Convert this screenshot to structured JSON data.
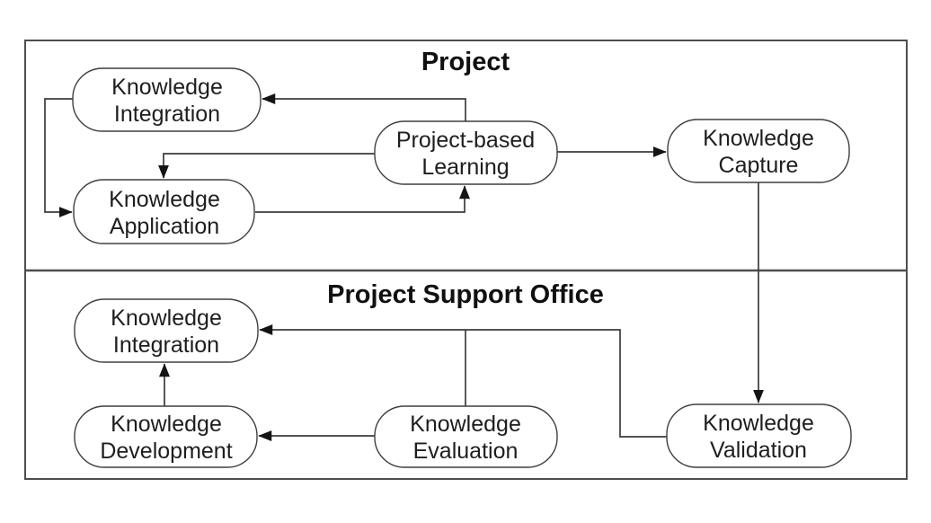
{
  "diagram": {
    "type": "flow-diagram",
    "sections": {
      "project": {
        "title": "Project"
      },
      "pso": {
        "title": "Project Support Office"
      }
    },
    "nodes": {
      "project_integration": {
        "line1": "Knowledge",
        "line2": "Integration",
        "section": "Project"
      },
      "application": {
        "line1": "Knowledge",
        "line2": "Application",
        "section": "Project"
      },
      "learning": {
        "line1": "Project-based",
        "line2": "Learning",
        "section": "Project"
      },
      "capture": {
        "line1": "Knowledge",
        "line2": "Capture",
        "section": "Project"
      },
      "pso_integration": {
        "line1": "Knowledge",
        "line2": "Integration",
        "section": "Project Support Office"
      },
      "development": {
        "line1": "Knowledge",
        "line2": "Development",
        "section": "Project Support Office"
      },
      "evaluation": {
        "line1": "Knowledge",
        "line2": "Evaluation",
        "section": "Project Support Office"
      },
      "validation": {
        "line1": "Knowledge",
        "line2": "Validation",
        "section": "Project Support Office"
      }
    },
    "edges": [
      {
        "from": "Project-based Learning",
        "to": "Knowledge Integration (Project)"
      },
      {
        "from": "Knowledge Integration (Project)",
        "to": "Knowledge Application"
      },
      {
        "from": "Project-based Learning",
        "to": "Knowledge Application"
      },
      {
        "from": "Knowledge Application",
        "to": "Project-based Learning"
      },
      {
        "from": "Project-based Learning",
        "to": "Knowledge Capture"
      },
      {
        "from": "Knowledge Capture",
        "to": "Knowledge Validation"
      },
      {
        "from": "Knowledge Validation",
        "to": "Knowledge Integration (Project Support Office)"
      },
      {
        "from": "Knowledge Evaluation",
        "to": "Knowledge Integration (Project Support Office)"
      },
      {
        "from": "Knowledge Evaluation",
        "to": "Knowledge Development"
      },
      {
        "from": "Knowledge Development",
        "to": "Knowledge Integration (Project Support Office)"
      }
    ],
    "colors": {
      "background": "#ffffff",
      "frame_border": "#4e4e4e",
      "node_border": "#3f3f3f",
      "node_fill": "#ffffff",
      "edge_line": "#3c3c3c",
      "arrowhead": "#141414",
      "text": "#1e1e1e"
    }
  }
}
